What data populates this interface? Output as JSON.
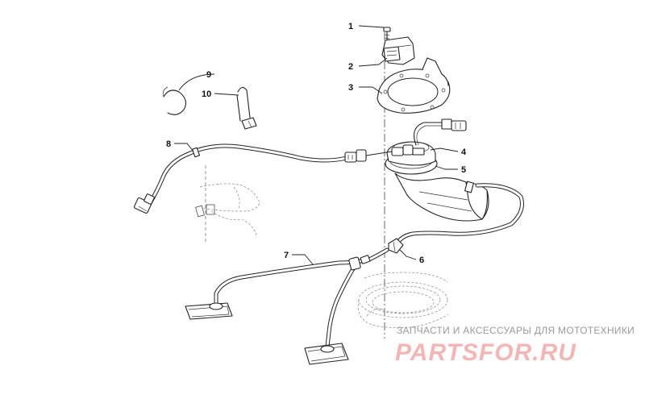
{
  "callouts": [
    {
      "id": "1",
      "label": "1"
    },
    {
      "id": "2",
      "label": "2"
    },
    {
      "id": "3",
      "label": "3"
    },
    {
      "id": "4",
      "label": "4"
    },
    {
      "id": "5",
      "label": "5"
    },
    {
      "id": "6",
      "label": "6"
    },
    {
      "id": "7",
      "label": "7"
    },
    {
      "id": "8",
      "label": "8"
    },
    {
      "id": "9",
      "label": "9"
    },
    {
      "id": "10",
      "label": "10"
    }
  ],
  "watermark": {
    "tagline": "ЗАПЧАСТИ И АКСЕССУАРЫ ДЛЯ МОТОТЕХНИКИ",
    "logo": "PARTSFOR.RU",
    "logo_color": "#f2b6b6"
  },
  "colors": {
    "line": "#222222",
    "background": "#ffffff",
    "ghost": "#888888"
  }
}
